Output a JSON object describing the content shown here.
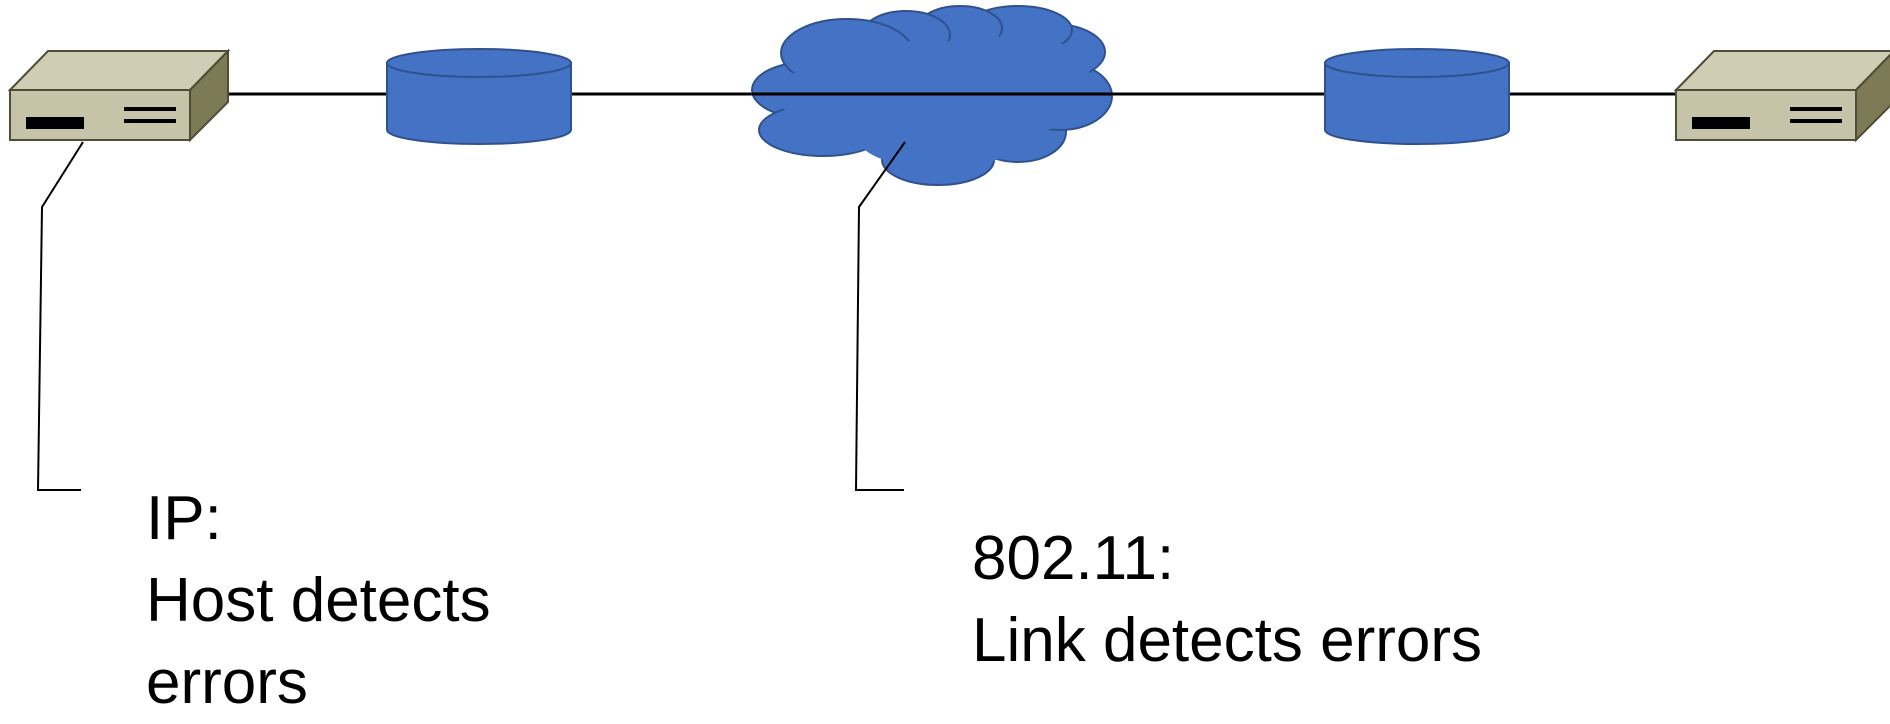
{
  "colors": {
    "host_top": "#cfcdb4",
    "host_front": "#c6c4a8",
    "host_side": "#7d7a55",
    "host_edge": "#4f4d35",
    "router_fill": "#4472c4",
    "router_edge": "#2f528f",
    "cloud_fill": "#4472c4",
    "cloud_edge": "#2f528f",
    "wire": "#000000"
  },
  "nodes": [
    {
      "kind": "host",
      "icon": "host-icon"
    },
    {
      "kind": "router",
      "icon": "router-icon"
    },
    {
      "kind": "cloud",
      "icon": "cloud-icon"
    },
    {
      "kind": "router",
      "icon": "router-icon"
    },
    {
      "kind": "host",
      "icon": "host-icon"
    }
  ],
  "annotations": {
    "ip": {
      "lines": [
        "IP:",
        "Host detects",
        "errors"
      ]
    },
    "link": {
      "lines": [
        "802.11:",
        "Link detects errors"
      ]
    }
  }
}
